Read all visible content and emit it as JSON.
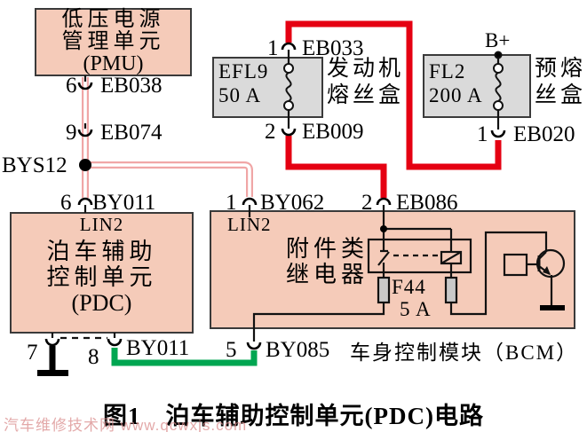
{
  "diagram": {
    "caption": {
      "fig": "图1",
      "text": "泊车辅助控制单元(PDC)电路"
    },
    "watermark": "汽车维修技术网 www.qcwxjs.com",
    "colors": {
      "module_fill": "#f5cbb9",
      "fuse_box_fill": "#dadada",
      "outline": "#3a3a3a",
      "wire_red": "#e50012",
      "wire_green": "#00a651",
      "wire_pink": "#f0a6a6",
      "wire_black": "#000000"
    },
    "components": {
      "pmu": {
        "line1": "低压电源",
        "line2": "管理单元",
        "line3": "(PMU)"
      },
      "engine_fuse_box": {
        "fuse_id": "EFL9",
        "rating": "50 A",
        "label1": "发动机",
        "label2": "熔丝盒"
      },
      "pre_fuse_box": {
        "fuse_id": "FL2",
        "rating": "200 A",
        "label1": "预熔",
        "label2": "丝盒",
        "supply": "B+"
      },
      "pdc": {
        "bus": "LIN2",
        "line1": "泊车辅助",
        "line2": "控制单元",
        "line3": "(PDC)"
      },
      "bcm": {
        "bus": "LIN2",
        "label": "车身控制模块（BCM）",
        "relay_label1": "附件类",
        "relay_label2": "继电器",
        "fuse_id": "F44",
        "fuse_rating": "5 A"
      }
    },
    "splice": "BYS12",
    "connectors": {
      "eb038": {
        "pin": "6",
        "id": "EB038"
      },
      "eb074": {
        "pin": "9",
        "id": "EB074"
      },
      "by011_top": {
        "pin": "6",
        "id": "BY011"
      },
      "by062": {
        "pin": "1",
        "id": "BY062"
      },
      "eb086": {
        "pin": "2",
        "id": "EB086"
      },
      "eb033": {
        "pin": "1",
        "id": "EB033"
      },
      "eb009": {
        "pin": "2",
        "id": "EB009"
      },
      "eb020": {
        "pin": "1",
        "id": "EB020"
      },
      "pdc_pin7": {
        "pin": "7"
      },
      "pdc_pin8": {
        "pin": "8",
        "id": "BY011"
      },
      "by085": {
        "pin": "5",
        "id": "BY085"
      }
    }
  }
}
